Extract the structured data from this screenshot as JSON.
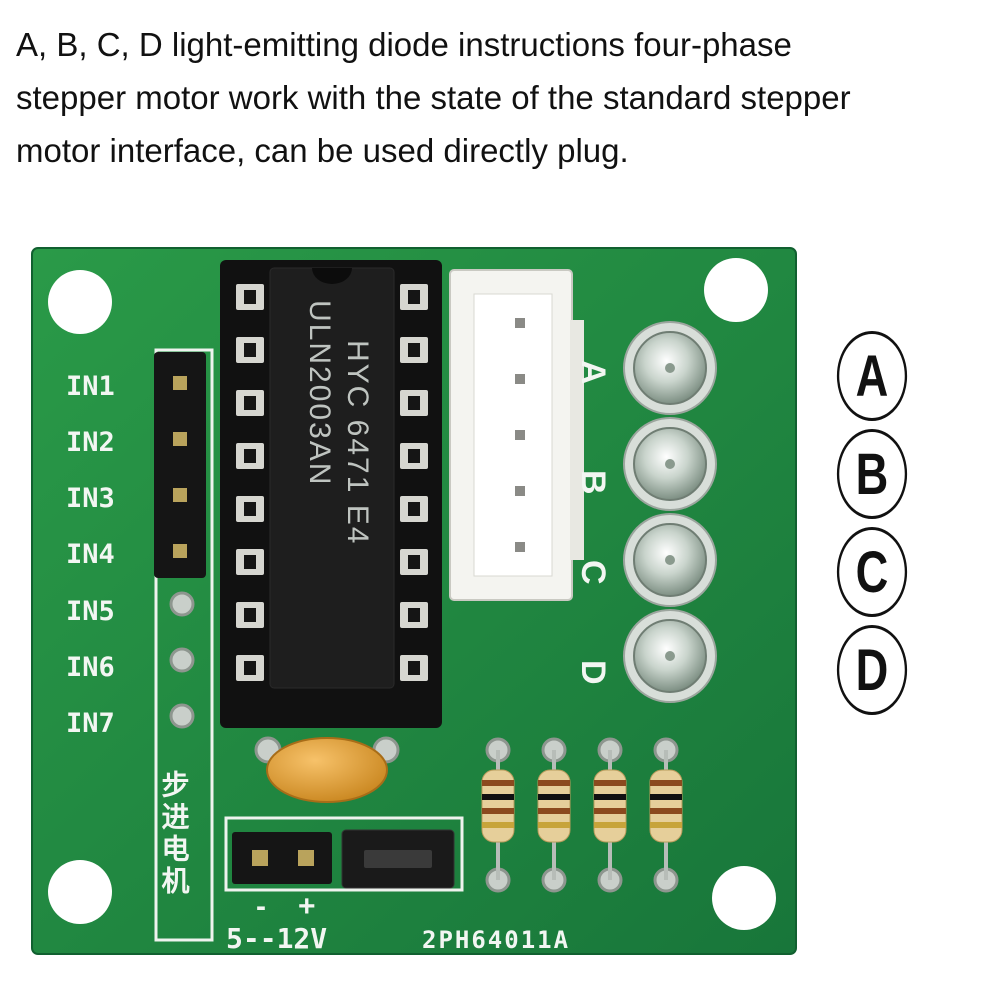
{
  "caption": {
    "lines": [
      "A, B, C, D light-emitting diode instructions four-phase",
      "stepper motor work with the state of the standard stepper",
      "motor interface, can be used directly plug."
    ]
  },
  "board": {
    "inputs": [
      "IN1",
      "IN2",
      "IN3",
      "IN4",
      "IN5",
      "IN6",
      "IN7"
    ],
    "chip_line1": "HYC 6471 E4",
    "chip_line2": "ULN2003AN",
    "connector_labels": [
      "A",
      "B",
      "C",
      "D"
    ],
    "vertical_text": "步进电机",
    "power_minus": "-",
    "power_plus": "+",
    "voltage": "5--12V",
    "part_number": "2PH64011A",
    "colors": {
      "pcb": "#1f8a3c",
      "silkscreen": "#f2f6f2",
      "chip": "#1b1b1b",
      "capacitor": "#e8a53a"
    }
  },
  "callouts": [
    "A",
    "B",
    "C",
    "D"
  ]
}
